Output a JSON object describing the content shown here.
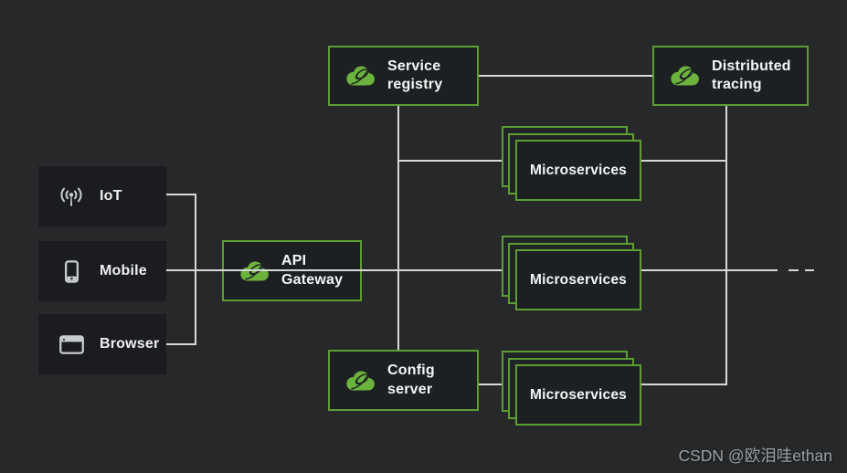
{
  "diagram": {
    "clients": [
      {
        "label": "IoT",
        "icon": "iot-antenna-icon"
      },
      {
        "label": "Mobile",
        "icon": "mobile-phone-icon"
      },
      {
        "label": "Browser",
        "icon": "browser-window-icon"
      }
    ],
    "nodes": {
      "api_gateway": {
        "label": "API\nGateway"
      },
      "service_registry": {
        "label": "Service\nregistry"
      },
      "distributed_tracing": {
        "label": "Distributed\ntracing"
      },
      "config_server": {
        "label": "Config\nserver"
      }
    },
    "stacks": [
      {
        "label": "Microservices"
      },
      {
        "label": "Microservices"
      },
      {
        "label": "Microservices"
      }
    ],
    "colors": {
      "background": "#26282a",
      "client_box": "#1a1c1f",
      "node_box": "#1d2023",
      "border_green": "#5d9e33",
      "spring_green": "#6cb33e",
      "line": "#d7d9d9",
      "text": "#f4f5f5"
    }
  },
  "watermark": {
    "text": "CSDN @欧泪哇ethan"
  }
}
